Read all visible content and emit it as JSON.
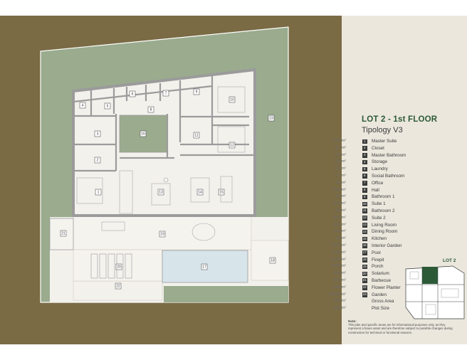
{
  "title": "LOT 2 - 1st FLOOR",
  "subtitle": "Tipology V3",
  "lot_label": "LOT 2",
  "rooms": [
    {
      "num": "1",
      "name": "Master Suite",
      "area": "12,4 m²"
    },
    {
      "num": "2",
      "name": "Closet",
      "area": "8,1 m²"
    },
    {
      "num": "3",
      "name": "Master Bathroom",
      "area": "6,1 m²"
    },
    {
      "num": "4",
      "name": "Storage",
      "area": "3,3 m²"
    },
    {
      "num": "5",
      "name": "Laundry",
      "area": "5,2 m²"
    },
    {
      "num": "6",
      "name": "Social Bathroom",
      "area": "2,7 m²"
    },
    {
      "num": "7",
      "name": "Office",
      "area": "4,5 m²"
    },
    {
      "num": "8",
      "name": "Hall",
      "area": "15,8 m²"
    },
    {
      "num": "9",
      "name": "Bathroom 1",
      "area": "4,1 m²"
    },
    {
      "num": "10",
      "name": "Suite 1",
      "area": "16,3 m²"
    },
    {
      "num": "11",
      "name": "Bathroom 2",
      "area": "3,9 m²"
    },
    {
      "num": "12",
      "name": "Suite 2",
      "area": "16,9 m²"
    },
    {
      "num": "13",
      "name": "Living Room",
      "area": "19,1 m²"
    },
    {
      "num": "14",
      "name": "Dining Room",
      "area": "13,5 m²"
    },
    {
      "num": "15",
      "name": "Kitchen",
      "area": "13 m²"
    },
    {
      "num": "16",
      "name": "Interior Garden",
      "area": "10,01 m²"
    },
    {
      "num": "17",
      "name": "Pool",
      "area": "21,40 m²"
    },
    {
      "num": "18",
      "name": "Firepit",
      "area": "11,34 m²"
    },
    {
      "num": "19",
      "name": "Porch",
      "area": "42,90 m²"
    },
    {
      "num": "20",
      "name": "Solarium",
      "area": "18,8 m²"
    },
    {
      "num": "21",
      "name": "Barbecue",
      "area": "9,70 m²"
    },
    {
      "num": "22",
      "name": "Flower Planter",
      "area": "9,04 m²"
    },
    {
      "num": "23",
      "name": "Garden",
      "area": "204,58 m²"
    },
    {
      "num": "",
      "name": "Gross Area",
      "area": "230 m²"
    },
    {
      "num": "",
      "name": "Plot Size",
      "area": "539 m²"
    }
  ],
  "note": {
    "heading": "Note:",
    "text": "This plan and specific areas are for informational purposes only, as they represent a future asset and are therefore subject to possible changes during construction for technical or functional reasons."
  },
  "colors": {
    "frame": "#7a6b45",
    "garden": "#9aab8e",
    "wall": "#9b9b9b",
    "floor": "#f3f1ec",
    "pool": "#d7e4ea",
    "accent": "#2c5a37",
    "sidebar": "#ebe7dd"
  }
}
